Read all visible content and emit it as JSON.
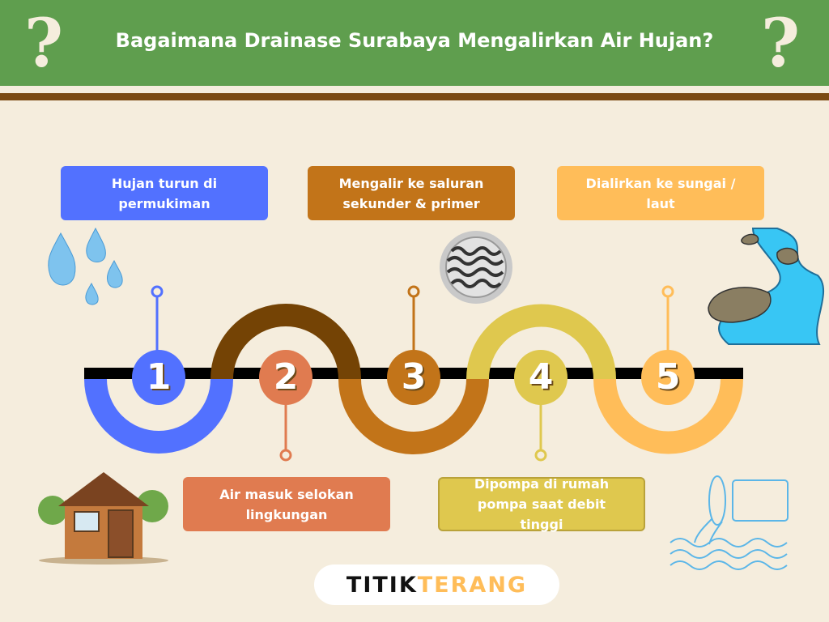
{
  "header": {
    "title": "Bagaimana Drainase Surabaya Mengalirkan Air Hujan?",
    "question_mark": "?"
  },
  "steps": [
    {
      "number": "1",
      "label": "Hujan turun di permukiman",
      "color": "#5271FF"
    },
    {
      "number": "2",
      "label": "Air masuk selokan lingkungan",
      "color": "#E07B50"
    },
    {
      "number": "3",
      "label": "Mengalir ke saluran sekunder & primer",
      "color": "#C27419"
    },
    {
      "number": "4",
      "label": "Dipompa di rumah pompa saat debit tinggi",
      "color": "#DFC84E"
    },
    {
      "number": "5",
      "label": "Dialirkan ke sungai / laut",
      "color": "#FFBD59"
    }
  ],
  "logo": {
    "part1": "TITIK",
    "part2": "TERANG"
  }
}
